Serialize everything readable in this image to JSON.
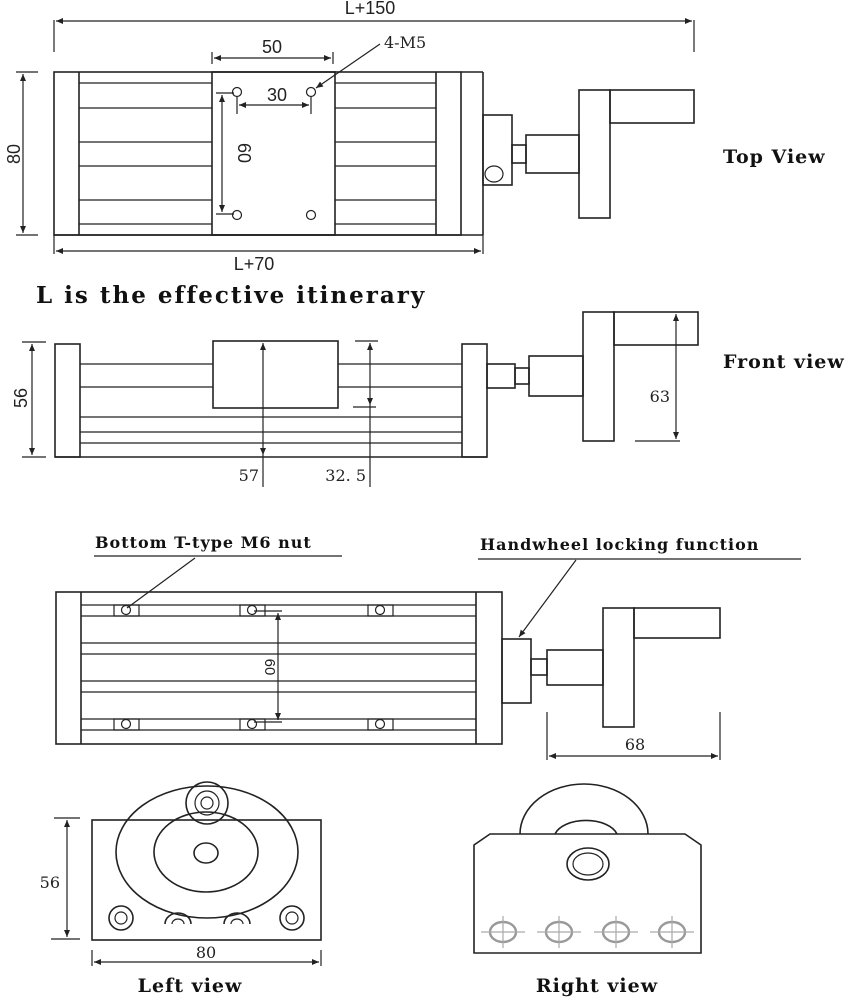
{
  "note": "L is the effective itinerary",
  "views": {
    "top": {
      "label": "Top View",
      "dims": {
        "overall_length": "L+150",
        "base_length": "L+70",
        "width": "80",
        "carriage_width": "50",
        "hole_spacing_x": "30",
        "hole_spacing_y": "60",
        "hole_callout": "4-M5"
      }
    },
    "front": {
      "label": "Front view",
      "dims": {
        "height": "56",
        "carriage_height": "57",
        "carriage_offset": "32. 5",
        "handwheel_height": "63"
      }
    },
    "bottom": {
      "callout_nut": "Bottom T-type M6 nut",
      "callout_lock": "Handwheel locking function",
      "dims": {
        "nut_spacing": "60",
        "handwheel_reach": "68"
      }
    },
    "left": {
      "label": "Left view",
      "dims": {
        "height": "56",
        "width": "80"
      }
    },
    "right": {
      "label": "Right view"
    }
  }
}
